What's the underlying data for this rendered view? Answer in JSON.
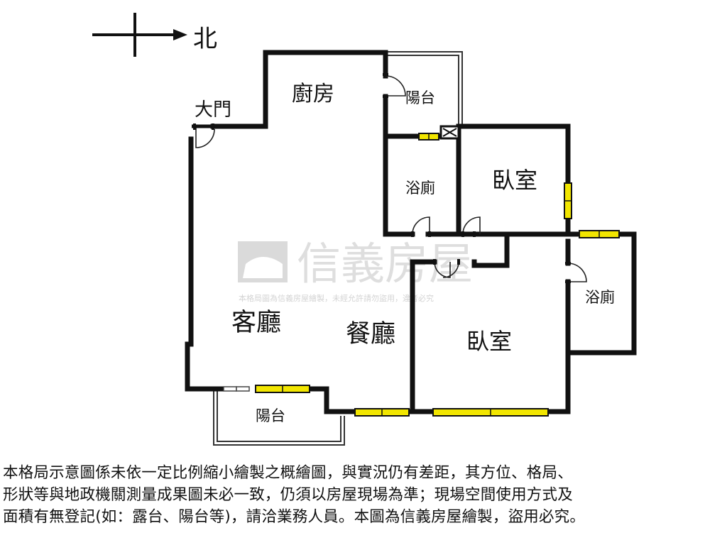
{
  "compass": {
    "label": "北"
  },
  "rooms": {
    "main_door": "大門",
    "kitchen": "廚房",
    "balcony_north": "陽台",
    "bath_1": "浴廁",
    "bedroom_1": "臥室",
    "living_room": "客廳",
    "dining_room": "餐廳",
    "bedroom_2": "臥室",
    "bath_2": "浴廁",
    "balcony_south": "陽台"
  },
  "watermark": {
    "brand": "信義房屋",
    "notice": "本格局圖為信義房屋繪製，未經允許請勿盜用，違者必究"
  },
  "disclaimer": {
    "line1": "本格局示意圖係未依一定比例縮小繪製之概繪圖，與實況仍有差距，其方位、格局、",
    "line2": "形狀等與地政機關測量成果圖未必一致，仍須以房屋現場為準；現場空間使用方式及",
    "line3": "面積有無登記(如：露台、陽台等)，請洽業務人員。本圖為信義房屋繪製，盜用必究。"
  },
  "colors": {
    "wall": "#111111",
    "window": "#f2e600",
    "watermark": "#c8c8c8"
  }
}
